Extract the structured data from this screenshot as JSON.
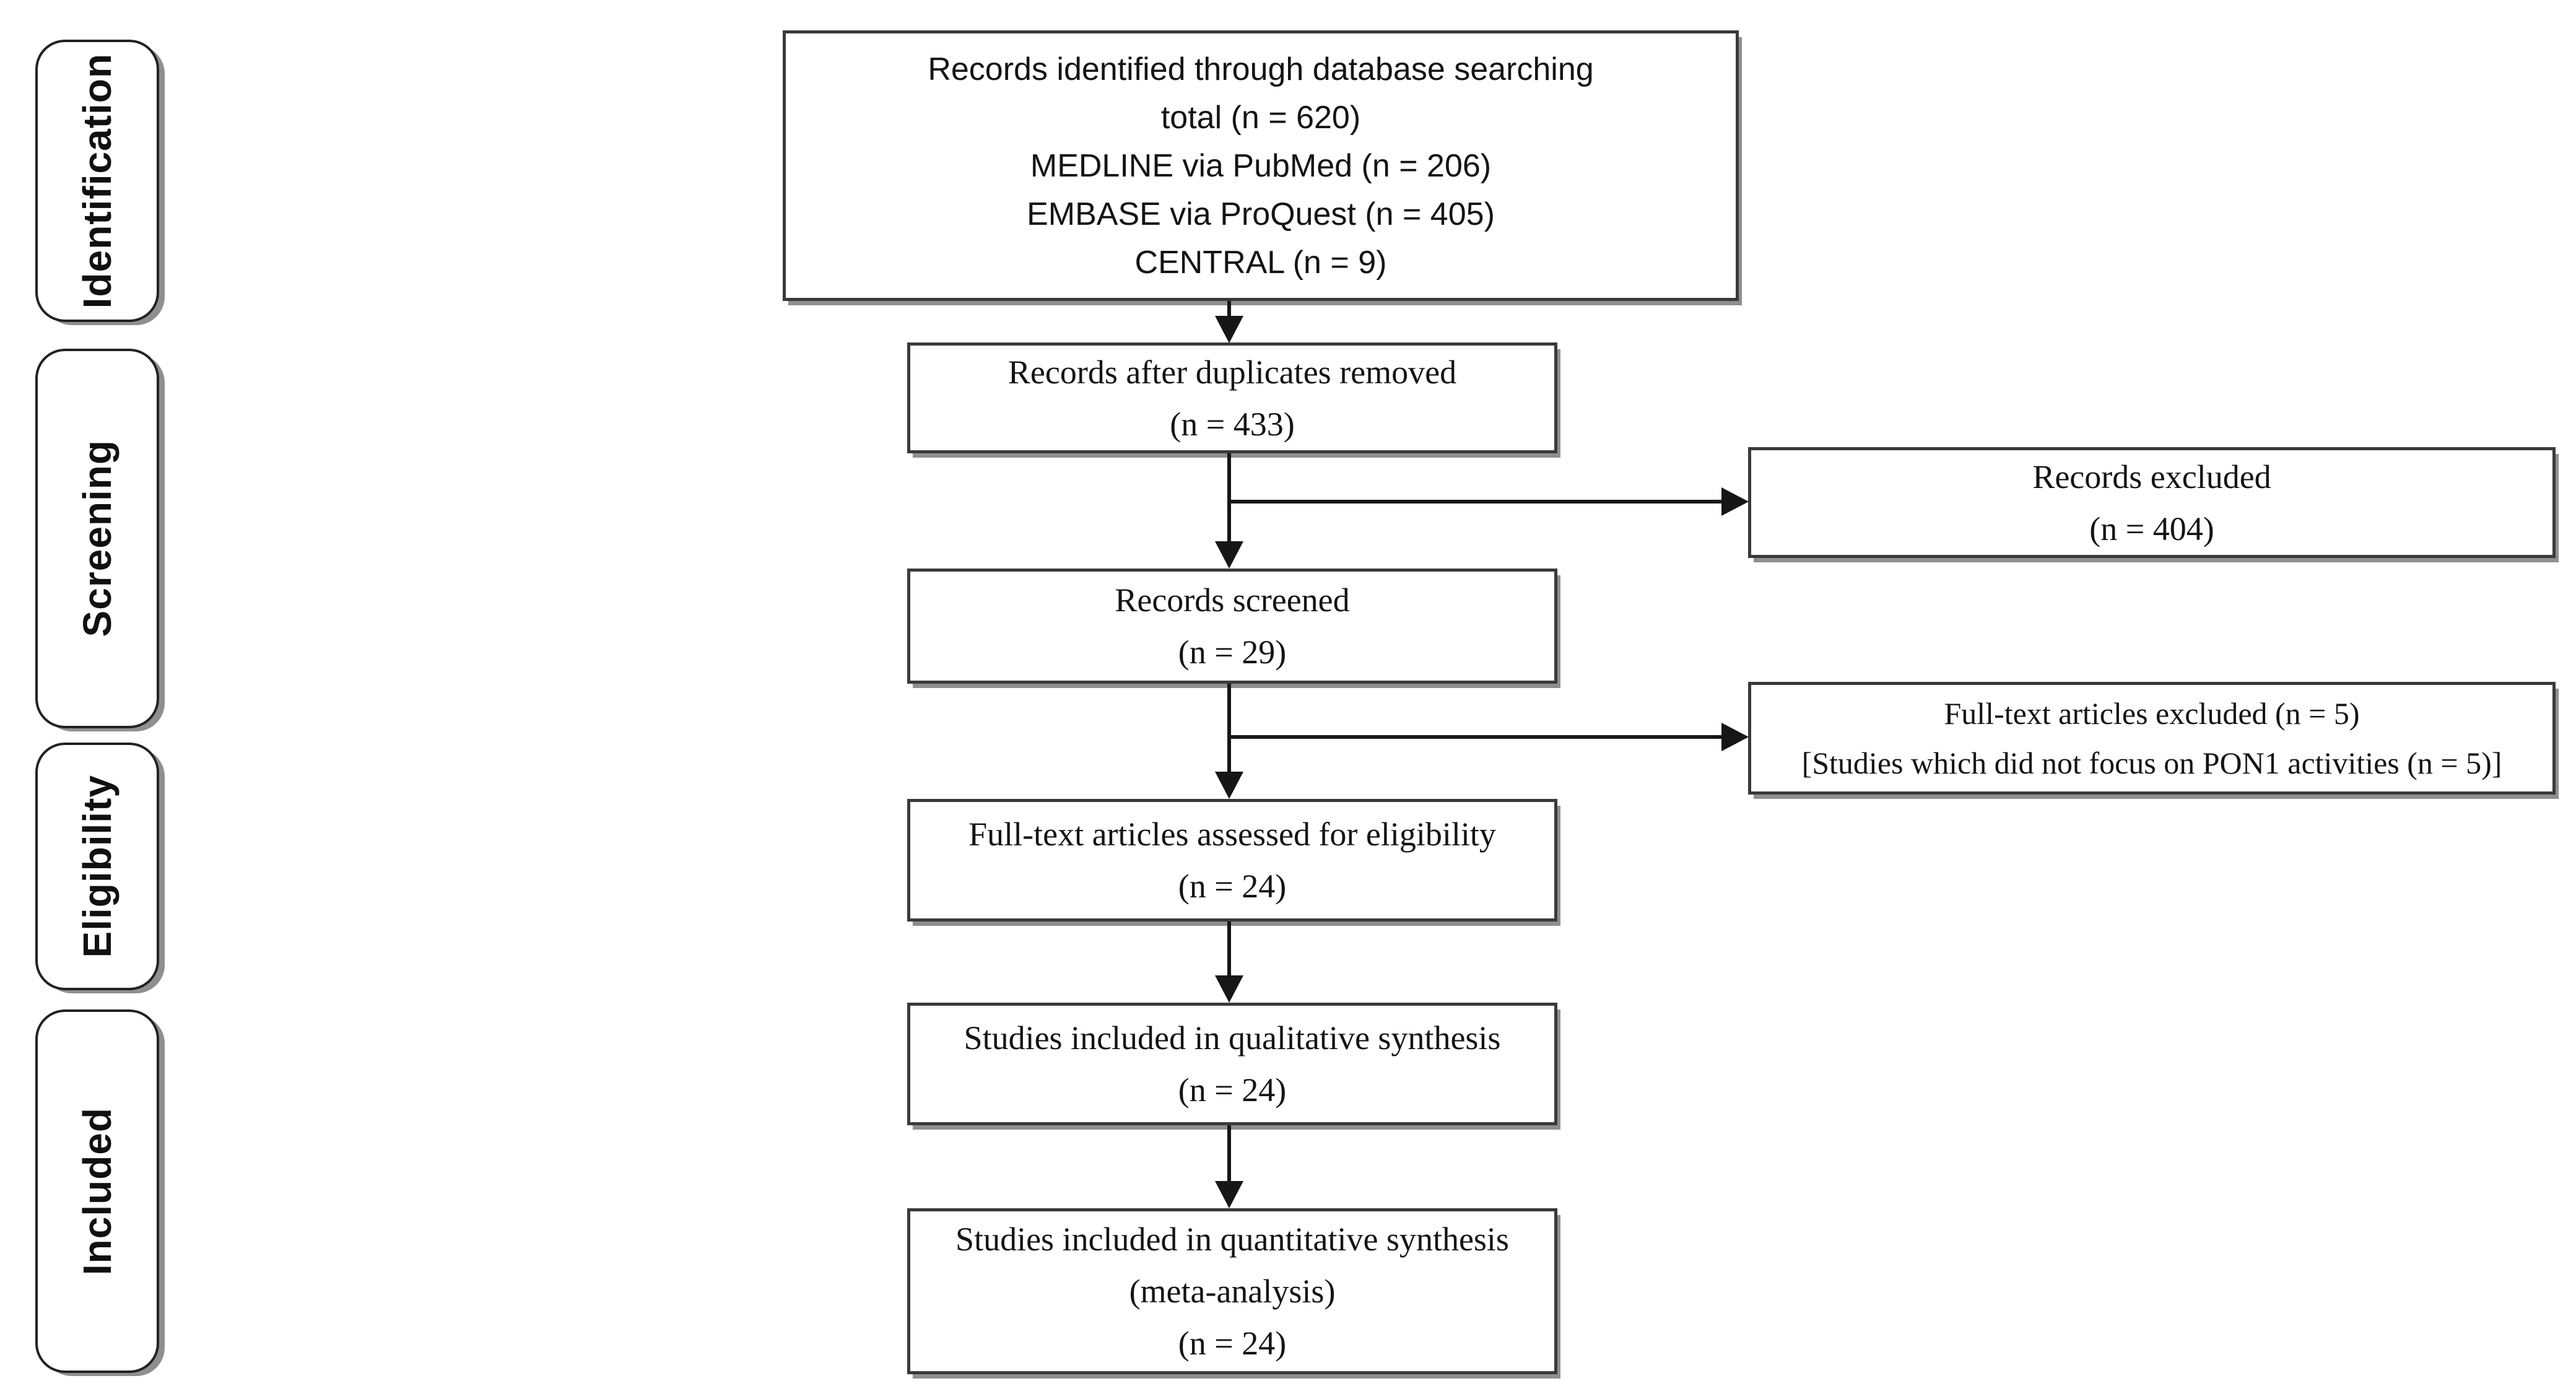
{
  "palette": {
    "background": "#ffffff",
    "line": "#161616",
    "box_border": "#3a3a3a",
    "shadow": "#8f8f8f",
    "text": "#141414"
  },
  "stages": [
    {
      "label": "Identification"
    },
    {
      "label": "Screening"
    },
    {
      "label": "Eligibility"
    },
    {
      "label": "Included"
    }
  ],
  "boxes": {
    "identified": {
      "lines": [
        "Records identified through database searching",
        "total (n = 620)",
        "MEDLINE via PubMed (n = 206)",
        "EMBASE via ProQuest (n = 405)",
        "CENTRAL (n = 9)"
      ]
    },
    "duplicates_removed": {
      "lines": [
        "Records after duplicates removed",
        "(n = 433)"
      ]
    },
    "records_excluded": {
      "lines": [
        "Records excluded",
        "(n = 404)"
      ]
    },
    "screened": {
      "lines": [
        "Records screened",
        "(n = 29)"
      ]
    },
    "fulltext_excluded": {
      "lines": [
        "Full-text articles excluded (n = 5)",
        "[Studies which did not focus on PON1 activities (n = 5)]"
      ]
    },
    "fulltext_assessed": {
      "lines": [
        "Full-text articles assessed for eligibility",
        "(n = 24)"
      ]
    },
    "qualitative": {
      "lines": [
        "Studies included in qualitative synthesis",
        "(n = 24)"
      ]
    },
    "quantitative": {
      "lines": [
        "Studies included in quantitative synthesis",
        "(meta-analysis)",
        "(n = 24)"
      ]
    }
  }
}
